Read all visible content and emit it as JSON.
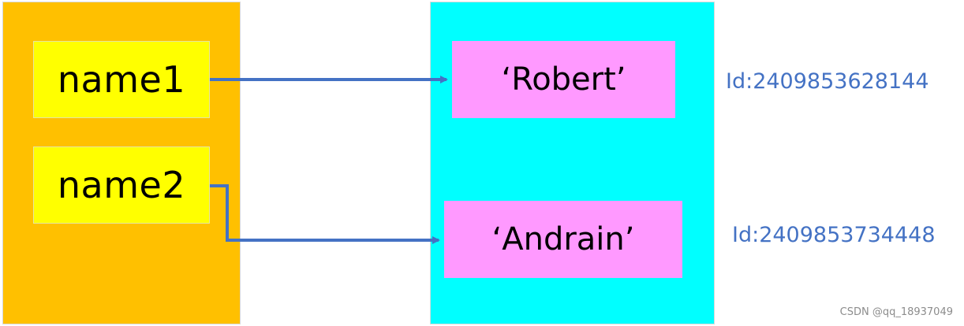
{
  "variables": [
    {
      "name": "name1"
    },
    {
      "name": "name2"
    }
  ],
  "objects": [
    {
      "value": "‘Robert’",
      "id_text": "Id:2409853628144"
    },
    {
      "value": "‘Andrain’",
      "id_text": "Id:2409853734448"
    }
  ],
  "watermark": "CSDN @qq_18937049",
  "colors": {
    "left_panel": "#ffc000",
    "right_panel": "#00ffff",
    "variable_box": "#ffff00",
    "value_box": "#ff99ff",
    "arrow": "#4472c4",
    "id_text": "#4472c4"
  }
}
